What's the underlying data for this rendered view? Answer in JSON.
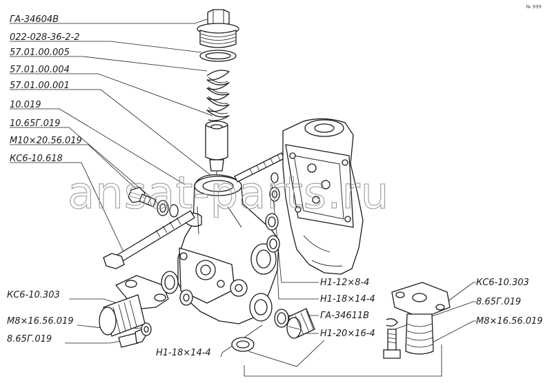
{
  "watermark": "ansat-parts.ru",
  "corner_mark": "№ 999",
  "labels": {
    "ga_34604v": "ГА-34604В",
    "gasket_022": "022-028-36-2-2",
    "p57_005": "57.01.00.005",
    "p57_004": "57.01.00.004",
    "p57_001": "57.01.00.001",
    "p10_019": "10.019",
    "p10_65g": "10.65Г.019",
    "m10": "М10×20.56.019",
    "ks6_618": "КС6-10.618",
    "ks6_303_left": "КС6-10.303",
    "m8_left": "М8×16.56.019",
    "p865_left": "8.65Г.019",
    "n1_18_bottom": "Н1-18×14-4",
    "n1_12": "Н1-12×8-4",
    "n1_18_mid": "Н1-18×14-4",
    "ga_34611v": "ГА-34611В",
    "n1_20": "Н1-20×16-4",
    "ks6_303_right": "КС6-10.303",
    "p865_right": "8.65Г.019",
    "m8_right": "М8×16.56.019"
  }
}
